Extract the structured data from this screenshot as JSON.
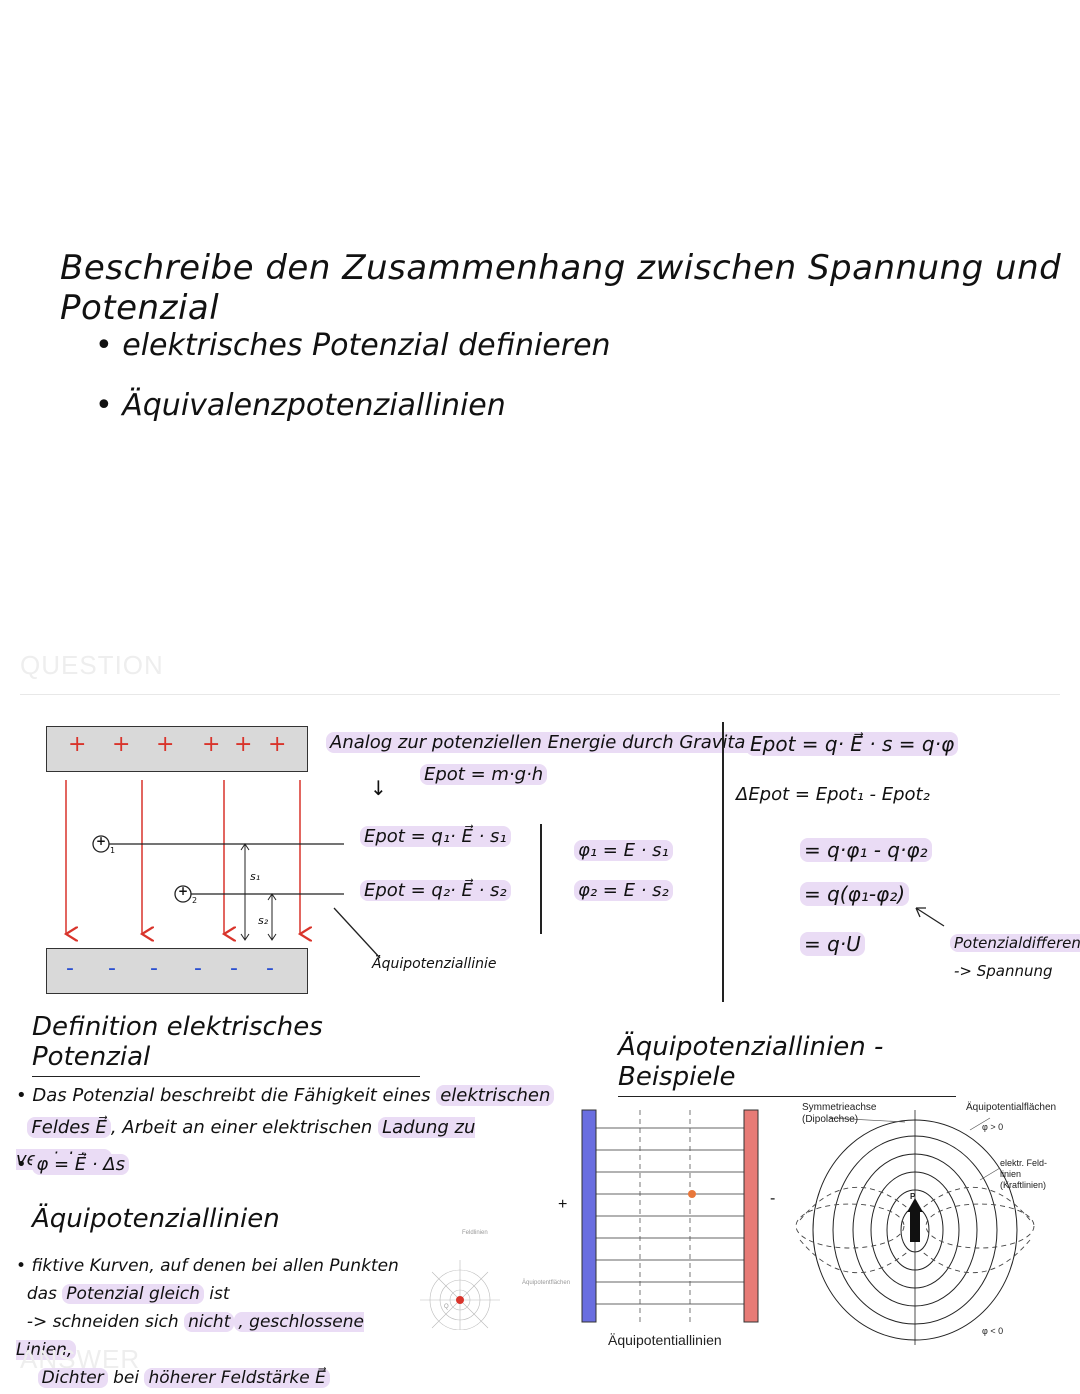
{
  "question": {
    "title": "Beschreibe den Zusammenhang zwischen Spannung und Potenzial",
    "bullets": [
      "elektrisches Potenzial definieren",
      "Äquivalenzpotenziallinien"
    ],
    "label": "QUESTION"
  },
  "diagram": {
    "plus_signs": [
      "+",
      "+",
      "+",
      "+",
      "+",
      "+"
    ],
    "minus_signs": [
      "-",
      "-",
      "-",
      "-",
      "-",
      "-"
    ],
    "charge1": "+",
    "charge1_sub": "1",
    "charge2": "+",
    "charge2_sub": "2",
    "s1": "s₁",
    "s2": "s₂"
  },
  "analog": {
    "text": "Analog zur potenziellen Energie durch Gravitation",
    "arrow": "↓",
    "formula": "Epot = m·g·h",
    "epot1": "Epot = q₁· E⃗ · s₁",
    "epot2": "Epot = q₂· E⃗ · s₂",
    "phi1": "φ₁ = E · s₁",
    "phi2": "φ₂ = E · s₂",
    "aequi_label": "Äquipotenziallinie"
  },
  "right_formulas": {
    "line1": "Epot = q· E⃗ · s = q·φ",
    "line2": "ΔEpot = Epot₁ - Epot₂",
    "line3": "= q·φ₁ - q·φ₂",
    "line4": "= q(φ₁-φ₂)",
    "line5": "= q·U",
    "note1": "Potenzialdifferenz",
    "note2": "-> Spannung"
  },
  "definition": {
    "heading": "Definition elektrisches Potenzial",
    "p1_a": "Das Potenzial beschreibt die Fähigkeit eines",
    "p1_b": "elektrischen",
    "p1_c": "Feldes E⃗",
    "p1_d": ", Arbeit an einer elektrischen",
    "p1_e": "Ladung zu verrichten",
    "p2": "φ = E⃗ · Δs"
  },
  "aequi": {
    "heading": "Äquipotenziallinien",
    "l1": "fiktive Kurven, auf denen bei allen Punkten",
    "l2a": "das",
    "l2b": "Potenzial gleich",
    "l2c": "ist",
    "l3a": "-> schneiden sich",
    "l3b": "nicht",
    "l3c": ", geschlossene Linien,",
    "l4a": "Dichter",
    "l4b": "bei",
    "l4c": "höherer Feldstärke E⃗",
    "mini_feld": "Feldlinien",
    "mini_aequi": "Äquipotentflächen",
    "mini_q": "Q",
    "label": "ANSWER"
  },
  "beispiele": {
    "heading": "Äquipotenziallinien - Beispiele",
    "plus": "+",
    "minus": "-",
    "caption": "Äquipotentiallinien",
    "sym1": "Symmetrieachse",
    "sym2": "(Dipolachse)",
    "aeq": "Äquipotentialflächen",
    "phi_pos": "φ > 0",
    "feld1": "elektr. Feld-",
    "feld2": "linien",
    "feld3": "(Kraftlinien)",
    "phi_neg": "φ < 0",
    "p": "P"
  },
  "colors": {
    "highlight": "#eadcf5",
    "field_red": "#d9342b",
    "plate_blue": "#6a6ee0",
    "plate_red": "#e77b76"
  }
}
